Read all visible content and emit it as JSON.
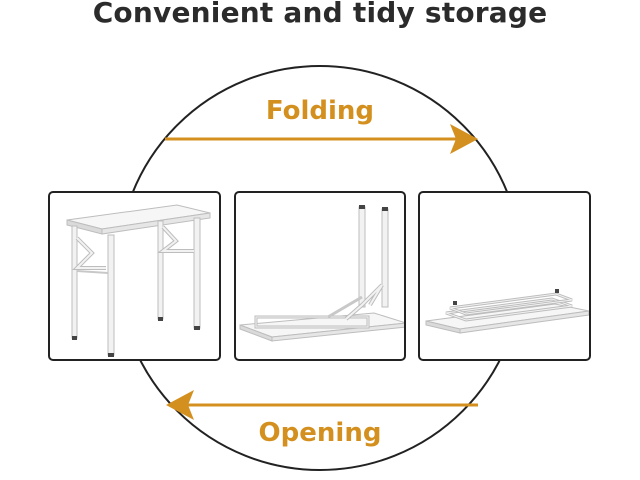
{
  "title": "Convenient and tidy storage",
  "arrows": {
    "folding_label": "Folding",
    "opening_label": "Opening"
  },
  "colors": {
    "accent": "#D4901F",
    "title": "#2B2B2B",
    "panel_border": "#222222",
    "table_white": "#F4F4F4",
    "table_shadow": "#C9C9C9"
  },
  "panels": [
    {
      "state": "open"
    },
    {
      "state": "folding"
    },
    {
      "state": "folded"
    }
  ]
}
